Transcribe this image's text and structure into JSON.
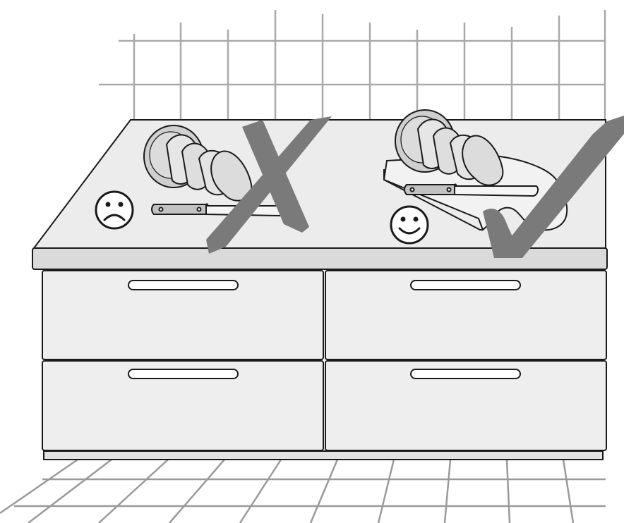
{
  "scene": {
    "description_free": true,
    "incorrect_example": {
      "mark": "cross",
      "mood": "sad",
      "surface": "countertop"
    },
    "correct_example": {
      "mark": "check",
      "mood": "happy",
      "surface": "cutting-board"
    }
  },
  "colors": {
    "line": "#1a1a1a",
    "tile": "#9e9e9e",
    "counter_top": "#ececec",
    "counter_edge": "#d9d9d9",
    "drawer": "#eeeeee",
    "mark": "#7a7a7a",
    "food_fill": "#dedede",
    "food_inner": "#c8c8c8",
    "board": "#f2f2f2"
  },
  "icons": [
    "sad-face-icon",
    "happy-face-icon",
    "cross-mark-icon",
    "check-mark-icon",
    "knife-icon",
    "cutting-board-icon"
  ]
}
